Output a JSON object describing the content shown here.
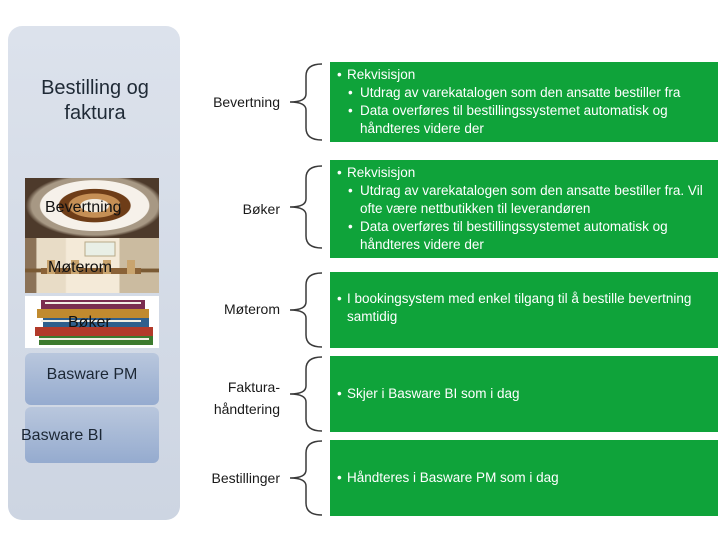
{
  "sidebar": {
    "title": "Bestilling og faktura",
    "images": [
      {
        "label": "Bevertning"
      },
      {
        "label": "Møterom"
      },
      {
        "label": "Bøker"
      }
    ],
    "buttons": [
      {
        "label": "Basware PM"
      },
      {
        "label": "Basware BI"
      }
    ]
  },
  "rows": [
    {
      "label": "Bevertning",
      "bullets": [
        {
          "text": "Rekvisisjon",
          "sub": [
            "Utdrag av varekatalogen som den ansatte bestiller fra",
            "Data overføres til bestillingssystemet automatisk og håndteres videre der"
          ]
        }
      ]
    },
    {
      "label": "Bøker",
      "bullets": [
        {
          "text": "Rekvisisjon",
          "sub": [
            "Utdrag av varekatalogen som den ansatte bestiller fra. Vil ofte være nettbutikken til leverandøren",
            "Data overføres til bestillingssystemet automatisk og håndteres videre der"
          ]
        }
      ]
    },
    {
      "label": "Møterom",
      "bullets": [
        {
          "text": "I bookingsystem med enkel tilgang til å bestille bevertning samtidig",
          "sub": []
        }
      ]
    },
    {
      "label_line1": "Faktura-",
      "label_line2": "håndtering",
      "bullets": [
        {
          "text": "Skjer i Basware BI som i dag",
          "sub": []
        }
      ]
    },
    {
      "label": "Bestillinger",
      "bullets": [
        {
          "text": "Håndteres i Basware PM som i dag",
          "sub": []
        }
      ]
    }
  ],
  "colors": {
    "green_box": "#0fa33a",
    "side_panel": "#d3dae6",
    "button": "#a6b8d6"
  }
}
